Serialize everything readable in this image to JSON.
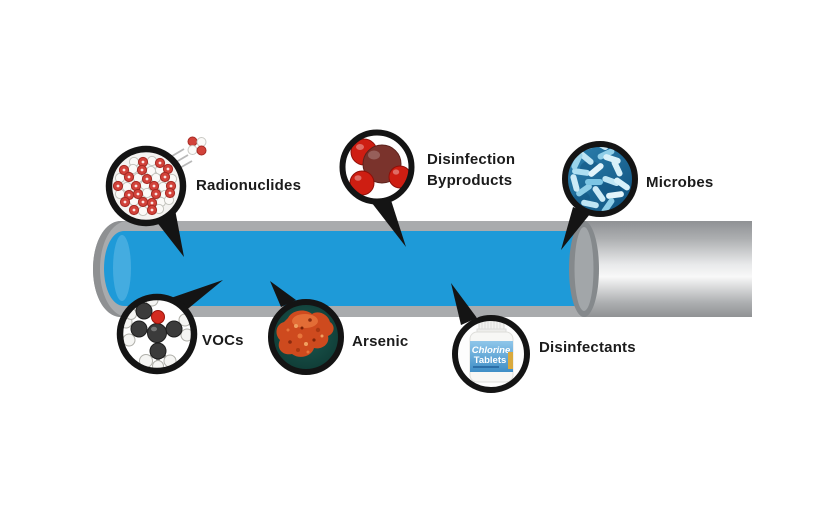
{
  "colors": {
    "water_blue": "#1E9AD8",
    "pipe_gray": "#A9ABAD",
    "callout_ring_black": "#141414",
    "label_text": "#1B1B1B",
    "microbes_rod_blue": "#9FD8EE",
    "dbp_red": "#CE1E12",
    "dbp_maroon": "#7A332C",
    "arsenic_orange": "#CE4A1E",
    "bottle_label_blue": "#4690C8"
  },
  "callouts": {
    "radionuclides": {
      "label": "Radionuclides",
      "icon": "radioactive-atom-cluster-icon"
    },
    "disinfection_byproducts": {
      "label_line1": "Disinfection",
      "label_line2": "Byproducts",
      "icon": "molecule-spheres-icon"
    },
    "microbes": {
      "label": "Microbes",
      "icon": "bacteria-micrograph-icon"
    },
    "vocs": {
      "label": "VOCs",
      "icon": "ball-and-stick-molecule-icon"
    },
    "arsenic": {
      "label": "Arsenic",
      "icon": "mineral-specimen-icon"
    },
    "disinfectants": {
      "label": "Disinfectants",
      "icon": "chlorine-tablets-bottle-icon",
      "bottle_text_line1": "Chlorine",
      "bottle_text_line2": "Tablets"
    }
  }
}
